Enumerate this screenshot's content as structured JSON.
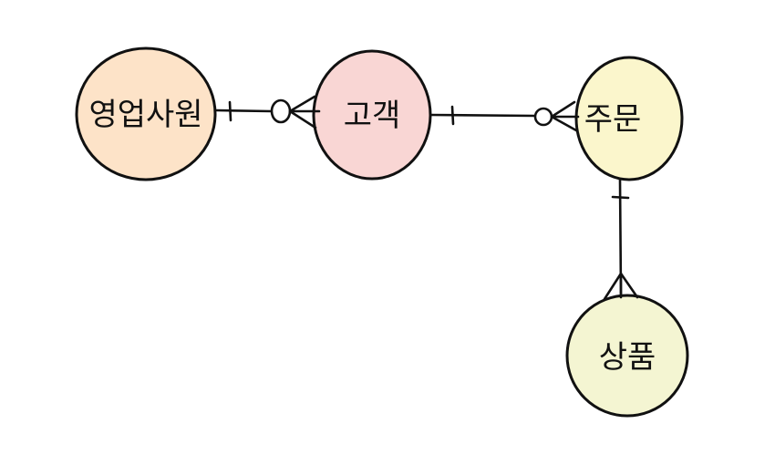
{
  "entities": {
    "sales_rep": {
      "label": "영업사원",
      "color": "#fde3c8"
    },
    "customer": {
      "label": "고객",
      "color": "#f9d6d4"
    },
    "order": {
      "label": "주문",
      "color": "#fbf6cc"
    },
    "product": {
      "label": "상품",
      "color": "#f4f5d2"
    }
  },
  "relationships": [
    {
      "from": "영업사원",
      "to": "고객",
      "from_cardinality": "one",
      "to_cardinality": "zero-or-many"
    },
    {
      "from": "고객",
      "to": "주문",
      "from_cardinality": "one",
      "to_cardinality": "zero-or-many"
    },
    {
      "from": "주문",
      "to": "상품",
      "from_cardinality": "one",
      "to_cardinality": "many"
    }
  ]
}
